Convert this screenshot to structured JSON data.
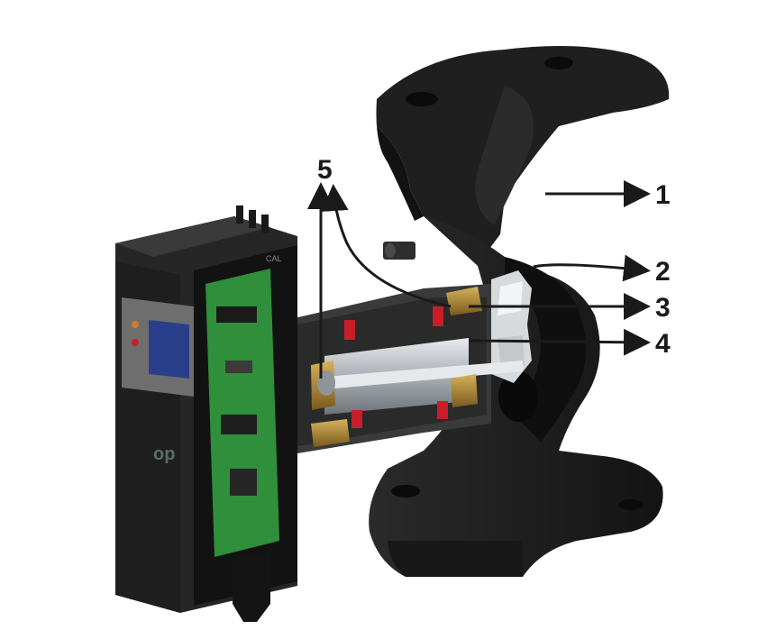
{
  "figure": {
    "callouts": [
      {
        "id": "1",
        "label": "1"
      },
      {
        "id": "2",
        "label": "2"
      },
      {
        "id": "3",
        "label": "3"
      },
      {
        "id": "4",
        "label": "4"
      },
      {
        "id": "5",
        "label": "5"
      }
    ],
    "device_text": {
      "brand_fragment": "op",
      "top_label": "CAL"
    },
    "colors": {
      "housing": "#1e1e1e",
      "housing_shadow": "#101010",
      "metal": "#b8bdc2",
      "brass": "#b08a3a",
      "copper_red": "#c81e2a",
      "pcb_green": "#2f8f3a",
      "display_blue": "#2a3f8c",
      "arrow": "#1a1a1a"
    }
  }
}
